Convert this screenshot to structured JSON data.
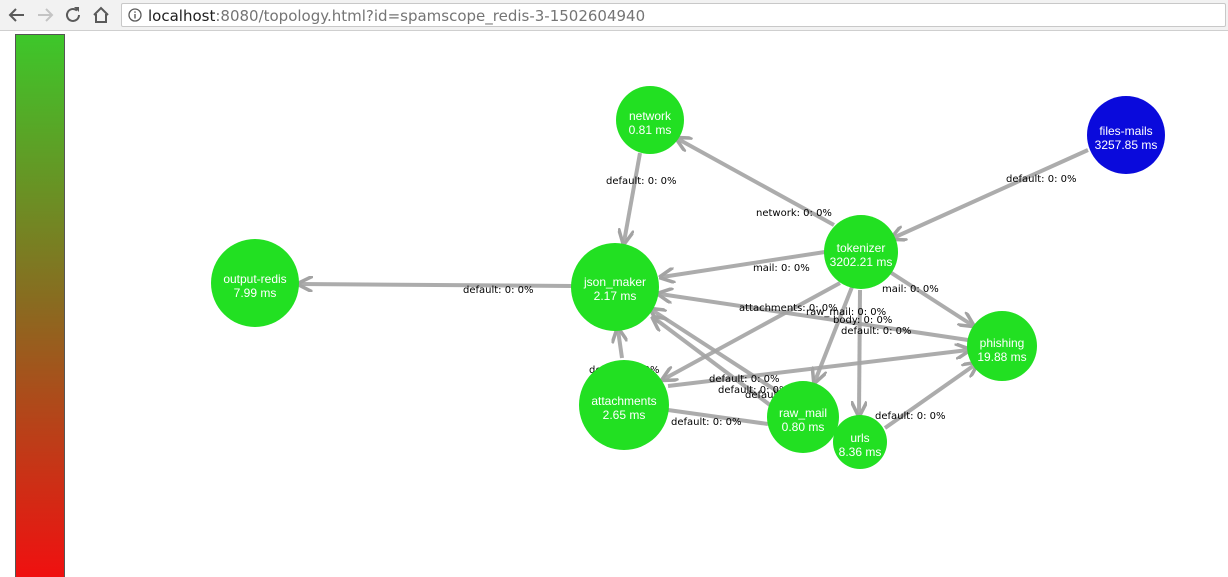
{
  "browser": {
    "url_host": "localhost",
    "url_rest": ":8080/topology.html?id=spamscope_redis-3-1502604940"
  },
  "legend": {
    "top_color": "#3dc72a",
    "bottom_color": "#f01010"
  },
  "colors": {
    "node_green": "#22e022",
    "node_blue": "#0a0adc",
    "edge": "#a3a3a3"
  },
  "nodes": {
    "network": {
      "name": "network",
      "latency": "0.81 ms"
    },
    "files_mails": {
      "name": "files-mails",
      "latency": "3257.85 ms"
    },
    "tokenizer": {
      "name": "tokenizer",
      "latency": "3202.21 ms"
    },
    "json_maker": {
      "name": "json_maker",
      "latency": "2.17 ms"
    },
    "output_redis": {
      "name": "output-redis",
      "latency": "7.99 ms"
    },
    "phishing": {
      "name": "phishing",
      "latency": "19.88 ms"
    },
    "attachments": {
      "name": "attachments",
      "latency": "2.65 ms"
    },
    "raw_mail": {
      "name": "raw_mail",
      "latency": "0.80 ms"
    },
    "urls": {
      "name": "urls",
      "latency": "8.36 ms"
    }
  },
  "edges": {
    "network_json": "default: 0: 0%",
    "files_tokenizer": "default: 0: 0%",
    "tokenizer_network": "network: 0: 0%",
    "tokenizer_json": "mail: 0: 0%",
    "tokenizer_phishing": "mail: 0: 0%",
    "json_output": "default: 0: 0%",
    "tokenizer_attachments": "attachments: 0: 0%",
    "tokenizer_rawmail": "raw_mail: 0: 0%",
    "tokenizer_urls": "body: 0: 0%",
    "json_phishing": "default: 0: 0%",
    "attachments_json": "default: 0: 0%",
    "attachments_phishing": "default: 0: 0%",
    "rawmail_json": "default: 0: 0%",
    "rawmail_json2": "default: 0: 0%",
    "attachments_rawmail": "default: 0: 0%",
    "urls_phishing": "default: 0: 0%"
  }
}
